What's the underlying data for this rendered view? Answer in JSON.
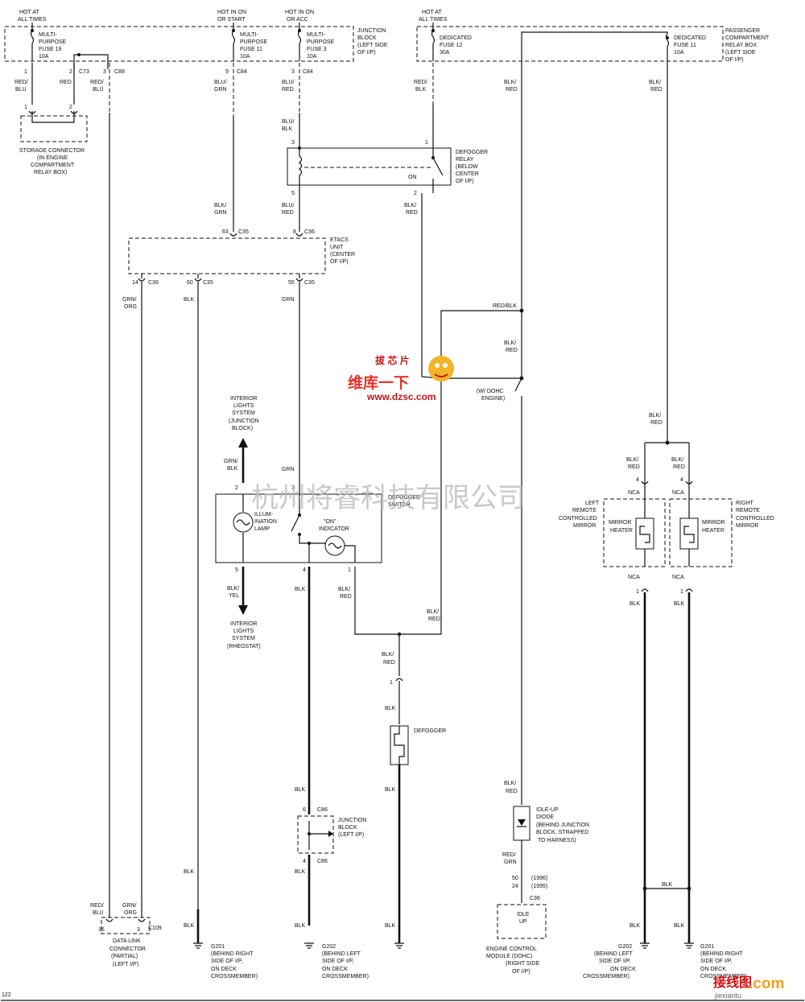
{
  "power": {
    "left_hot": [
      "HOT AT",
      "ALL TIMES"
    ],
    "hot_run_start": [
      "HOT IN ON",
      "OR START"
    ],
    "hot_run_acc": [
      "HOT IN ON",
      "OR ACC"
    ],
    "right_hot": [
      "HOT AT",
      "ALL TIMES"
    ]
  },
  "fuses": {
    "f19": [
      "MULTI-",
      "PURPOSE",
      "FUSE 19",
      "10A"
    ],
    "f11": [
      "MULTI-",
      "PURPOSE",
      "FUSE 11",
      "10A"
    ],
    "f3": [
      "MULTI-",
      "PURPOSE",
      "FUSE 3",
      "10A"
    ],
    "d12": [
      "DEDICATED",
      "FUSE 12",
      "30A"
    ],
    "d11": [
      "DEDICATED",
      "FUSE 11",
      "10A"
    ]
  },
  "blocks": {
    "junction_block": [
      "JUNCTION",
      "BLOCK",
      "(LEFT SIDE",
      "OF I/P)"
    ],
    "relay_box": [
      "PASSENGER",
      "COMPARTMENT",
      "RELAY BOX",
      "(LEFT SIDE",
      "OF I/P)"
    ],
    "storage_connector": [
      "STORAGE CONNECTOR",
      "(IN ENGINE",
      "COMPARTMENT",
      "RELAY BOX)"
    ],
    "defogger_relay": [
      "DEFOGGER",
      "RELAY",
      "(BELOW",
      "CENTER",
      "OF I/P)"
    ],
    "etacs": [
      "ETACS",
      "UNIT",
      "(CENTER",
      "OF I/P)"
    ],
    "interior_top": [
      "INTERIOR",
      "LIGHTS",
      "SYSTEM",
      "(JUNCTION",
      "BLOCK)"
    ],
    "interior_bottom": [
      "INTERIOR",
      "LIGHTS",
      "SYSTEM",
      "(RHEOSTAT)"
    ],
    "defogger_switch": [
      "DEFOGGER",
      "SWITCH"
    ],
    "illumination": [
      "ILLUM-",
      "INATION",
      "LAMP"
    ],
    "on_indicator": [
      "\"ON\"",
      "INDICATOR"
    ],
    "dohc": [
      "(W/ DOHC",
      "ENGINE)"
    ],
    "defogger": "DEFOGGER",
    "junction_block_2": [
      "JUNCTION",
      "BLOCK",
      "(LEFT I/P)"
    ],
    "idle_diode": [
      "IDLE-UP",
      "DIODE",
      "(BEHIND JUNCTION",
      "BLOCK, STRAPPED",
      "TO HARNESS)"
    ],
    "ecm_box": [
      "IDLE",
      "UP"
    ],
    "ecm": [
      "ENGINE CONTROL",
      "MODULE   (DOHC)",
      "(RIGHT SIDE",
      "OF I/P)"
    ],
    "left_mirror": [
      "LEFT",
      "REMOTE",
      "CONTROLLED",
      "MIRROR"
    ],
    "right_mirror": [
      "RIGHT",
      "REMOTE",
      "CONTROLLED",
      "MIRROR"
    ],
    "mirror_heater": [
      "MIRROR",
      "HEATER"
    ],
    "dlc": [
      "DATA LINK",
      "CONNECTOR",
      "(PARTIAL)",
      "(LEFT I/P)"
    ],
    "on_label": "ON",
    "nca": "NCA"
  },
  "grounds": {
    "g201a": [
      "G201",
      "(BEHIND RIGHT",
      "SIDE OF I/P,",
      "ON DECK",
      "CROSSMEMBER)"
    ],
    "g202a": [
      "G202",
      "(BEHIND LEFT",
      "SIDE OF I/P,",
      "ON DECK",
      "CROSSMEMBER)"
    ],
    "g202b": [
      "G202",
      "(BEHIND LEFT",
      "SIDE OF I/P,",
      "ON DECK",
      "CROSSMEMBER)"
    ],
    "g201b": [
      "G201",
      "(BEHIND RIGHT",
      "SIDE OF I/P,",
      "ON DECK",
      "CROSSMEMBER)"
    ]
  },
  "wires": {
    "red_blu": [
      "RED/",
      "BLU"
    ],
    "red": "RED",
    "blu_grn": [
      "BLU/",
      "GRN"
    ],
    "blu_red": [
      "BLU/",
      "RED"
    ],
    "red_blk_top": [
      "RED/",
      "BLK"
    ],
    "blk_red": [
      "BLK/",
      "RED"
    ],
    "blu_blk": [
      "BLU/",
      "BLK"
    ],
    "blk_grn": [
      "BLK/",
      "GRN"
    ],
    "grn_org": [
      "GRN/",
      "ORG"
    ],
    "blk": "BLK",
    "grn": "GRN",
    "red_blk": "RED/BLK",
    "grn_blk": [
      "GRN/",
      "BLK"
    ],
    "blk_yel": [
      "BLK/",
      "YEL"
    ],
    "red_grn": [
      "RED/",
      "GRN"
    ]
  },
  "connectors": {
    "c73": "C73",
    "c88": "C88",
    "c84": "C84",
    "c35": "C35",
    "c36": "C36",
    "c86": "C86",
    "c109": "C109"
  },
  "pins": {
    "p1": "1",
    "p2": "2",
    "p3": "3",
    "p4": "4",
    "p5": "5",
    "p6": "6",
    "p8": "8",
    "p14": "14",
    "p16": "16",
    "p24": "24",
    "p50": "50",
    "p55": "55",
    "p60": "60",
    "p63": "63"
  },
  "years": {
    "y1996": "(1996)",
    "y1995": "(1995)"
  },
  "page_number": "122",
  "watermark": {
    "company": "杭州将睿科技有限公司",
    "logo_cn": "维库一下",
    "logo_top": "拔 芯 片",
    "logo_url": "www.dzsc.com",
    "site_cn": "接线图",
    "site_com": ".com",
    "site_url": "jiexiantu"
  }
}
